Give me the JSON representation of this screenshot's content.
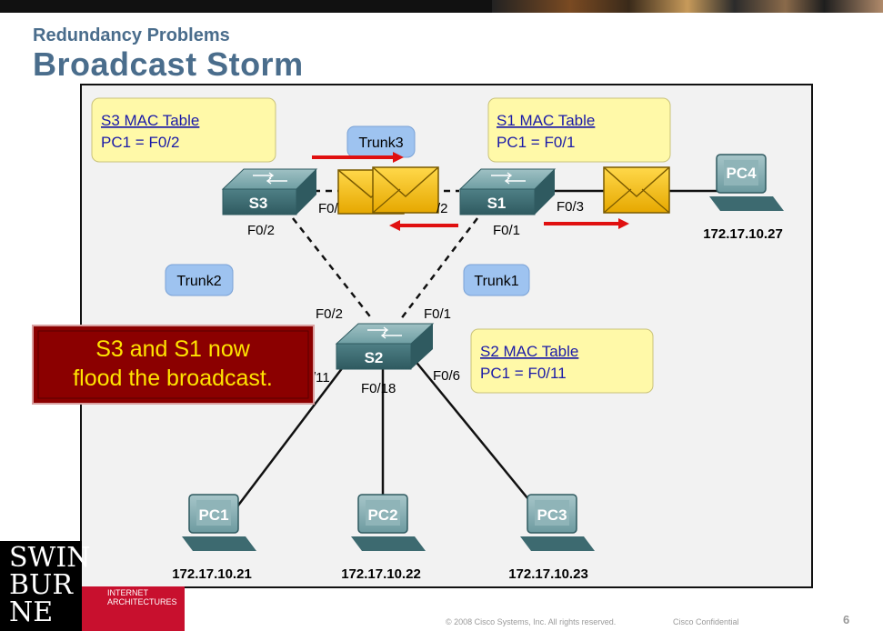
{
  "slide": {
    "subtitle": "Redundancy Problems",
    "title": "Broadcast Storm",
    "page_number": "6",
    "footer_copyright": "© 2008 Cisco Systems, Inc. All rights reserved.",
    "footer_confidential": "Cisco Confidential"
  },
  "callout": {
    "line1": "S3 and S1 now",
    "line2": "flood the broadcast."
  },
  "mac_tables": {
    "s3": {
      "title": "S3 MAC Table",
      "entry": "PC1 = F0/2"
    },
    "s1": {
      "title": "S1 MAC Table",
      "entry": "PC1 = F0/1"
    },
    "s2": {
      "title": "S2 MAC Table",
      "entry": "PC1 = F0/11"
    }
  },
  "trunks": {
    "trunk1": "Trunk1",
    "trunk2": "Trunk2",
    "trunk3": "Trunk3"
  },
  "switches": {
    "s1": "S1",
    "s2": "S2",
    "s3": "S3"
  },
  "ports": {
    "s3_f0_1": "F0/",
    "s3_f0_2": "F0/2",
    "s1_f0_2": "/2",
    "s1_f0_1": "F0/1",
    "s1_f0_3": "F0/3",
    "s2_f0_2": "F0/2",
    "s2_f0_1": "F0/1",
    "s2_f0_11": "/11",
    "s2_f0_18": "F0/18",
    "s2_f0_6": "F0/6"
  },
  "pcs": {
    "pc1": {
      "label": "PC1",
      "ip": "172.17.10.21"
    },
    "pc2": {
      "label": "PC2",
      "ip": "172.17.10.22"
    },
    "pc3": {
      "label": "PC3",
      "ip": "172.17.10.23"
    },
    "pc4": {
      "label": "PC4",
      "ip": "172.17.10.27"
    }
  },
  "logo": {
    "line1": "SWIN",
    "line2": "BUR",
    "line3": "NE",
    "tag1": "INTERNET",
    "tag2": "ARCHITECTURES"
  },
  "colors": {
    "title": "#4a6d8c",
    "note": "#fff9a8",
    "trunk": "#9ec3f0",
    "callout": "#8b0000",
    "callout_text": "#ffe400",
    "arrow": "#e01010",
    "envelope": "#f5c400"
  }
}
